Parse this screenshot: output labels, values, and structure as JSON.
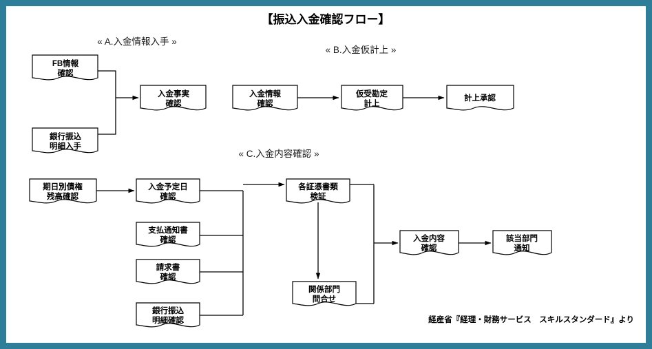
{
  "document": {
    "title": "【振込入金確認フロー】",
    "credit": "経産省『経理・財務サービス　スキルスタンダード』より",
    "frame_color": "#2e7e9a",
    "background_color": "#ffffff",
    "line_color": "#000000"
  },
  "sections": [
    {
      "id": "A",
      "label": "« A.入金情報入手 »"
    },
    {
      "id": "B",
      "label": "« B.入金仮計上 »"
    },
    {
      "id": "C",
      "label": "« C.入金内容確認 »"
    }
  ],
  "nodes": [
    {
      "id": "a1",
      "line1": "FB情報",
      "line2": "確認",
      "section": "A"
    },
    {
      "id": "a2",
      "line1": "銀行振込",
      "line2": "明細入手",
      "section": "A"
    },
    {
      "id": "a3",
      "line1": "入金事実",
      "line2": "確認",
      "section": "A"
    },
    {
      "id": "b1",
      "line1": "入金情報",
      "line2": "確認",
      "section": "B"
    },
    {
      "id": "b2",
      "line1": "仮受勘定",
      "line2": "計上",
      "section": "B"
    },
    {
      "id": "b3",
      "line1": "計上承認",
      "line2": "",
      "section": "B"
    },
    {
      "id": "c1",
      "line1": "期日別債権",
      "line2": "残高確認",
      "section": "C"
    },
    {
      "id": "c2",
      "line1": "入金予定日",
      "line2": "確認",
      "section": "C"
    },
    {
      "id": "c3",
      "line1": "支払通知書",
      "line2": "確認",
      "section": "C"
    },
    {
      "id": "c4",
      "line1": "請求書",
      "line2": "確認",
      "section": "C"
    },
    {
      "id": "c5",
      "line1": "銀行振込",
      "line2": "明細確認",
      "section": "C"
    },
    {
      "id": "c6",
      "line1": "各証憑書類",
      "line2": "検証",
      "section": "C"
    },
    {
      "id": "c7",
      "line1": "関係部門",
      "line2": "問合せ",
      "section": "C"
    },
    {
      "id": "c8",
      "line1": "入金内容",
      "line2": "確認",
      "section": "C"
    },
    {
      "id": "c9",
      "line1": "該当部門",
      "line2": "通知",
      "section": "C"
    }
  ],
  "edges": [
    {
      "from": "a1",
      "to": "a3",
      "kind": "merge"
    },
    {
      "from": "a2",
      "to": "a3",
      "kind": "merge"
    },
    {
      "from": "b1",
      "to": "b2",
      "kind": "straight"
    },
    {
      "from": "b2",
      "to": "b3",
      "kind": "straight"
    },
    {
      "from": "c1",
      "to": "c2",
      "kind": "straight"
    },
    {
      "from": "c2",
      "to": "c6",
      "kind": "merge"
    },
    {
      "from": "c3",
      "to": "c6",
      "kind": "merge"
    },
    {
      "from": "c4",
      "to": "c6",
      "kind": "merge"
    },
    {
      "from": "c5",
      "to": "c6",
      "kind": "merge"
    },
    {
      "from": "c6",
      "to": "c7",
      "kind": "down"
    },
    {
      "from": "c6",
      "to": "c8",
      "kind": "merge"
    },
    {
      "from": "c7",
      "to": "c8",
      "kind": "merge"
    },
    {
      "from": "c8",
      "to": "c9",
      "kind": "straight"
    }
  ]
}
